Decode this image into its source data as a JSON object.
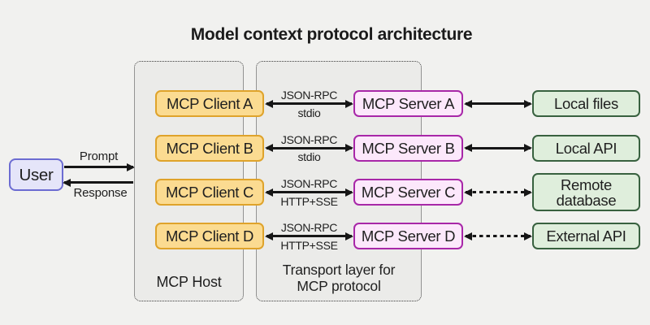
{
  "title": "Model context protocol architecture",
  "user": {
    "label": "User"
  },
  "flow_labels": {
    "prompt": "Prompt",
    "response": "Response"
  },
  "host": {
    "label": "MCP Host"
  },
  "transport": {
    "label_line1": "Transport layer for",
    "label_line2": "MCP protocol"
  },
  "rows": [
    {
      "client": "MCP Client A",
      "server": "MCP Server A",
      "transport_protocol": "JSON-RPC",
      "transport_channel": "stdio",
      "resource": "Local files",
      "resource_link_style": "solid"
    },
    {
      "client": "MCP Client B",
      "server": "MCP Server B",
      "transport_protocol": "JSON-RPC",
      "transport_channel": "stdio",
      "resource": "Local API",
      "resource_link_style": "solid"
    },
    {
      "client": "MCP Client C",
      "server": "MCP Server C",
      "transport_protocol": "JSON-RPC",
      "transport_channel": "HTTP+SSE",
      "resource": "Remote database",
      "resource_link_style": "dashed"
    },
    {
      "client": "MCP Client D",
      "server": "MCP Server D",
      "transport_protocol": "JSON-RPC",
      "transport_channel": "HTTP+SSE",
      "resource": "External API",
      "resource_link_style": "dashed"
    }
  ],
  "colors": {
    "background": "#F1F1EF",
    "client_fill": "#FBDB91",
    "client_border": "#DFA32B",
    "server_fill": "#FCE8FB",
    "server_border": "#A827A8",
    "resource_fill": "#DFEEDC",
    "resource_border": "#38613F",
    "user_fill": "#E5E5F9",
    "user_border": "#6C6CD2",
    "arrow": "#161616",
    "text": "#1F1F1F"
  }
}
